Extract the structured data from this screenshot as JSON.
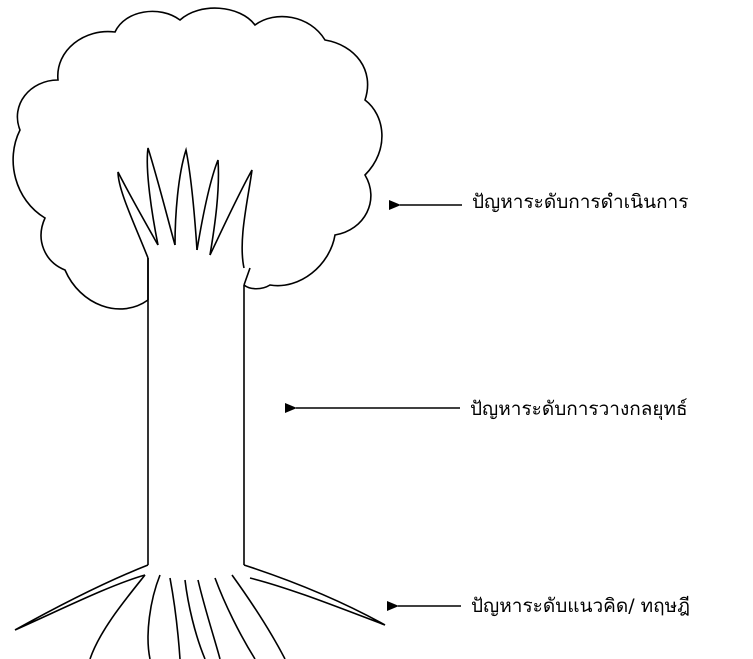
{
  "labels": {
    "operational": "ปัญหาระดับการดำเนินการ",
    "strategic": "ปัญหาระดับการวางกลยุทธ์",
    "conceptual": "ปัญหาระดับแนวคิด/ ทฤษฎี"
  },
  "colors": {
    "stroke": "#000000",
    "background": "#ffffff"
  }
}
